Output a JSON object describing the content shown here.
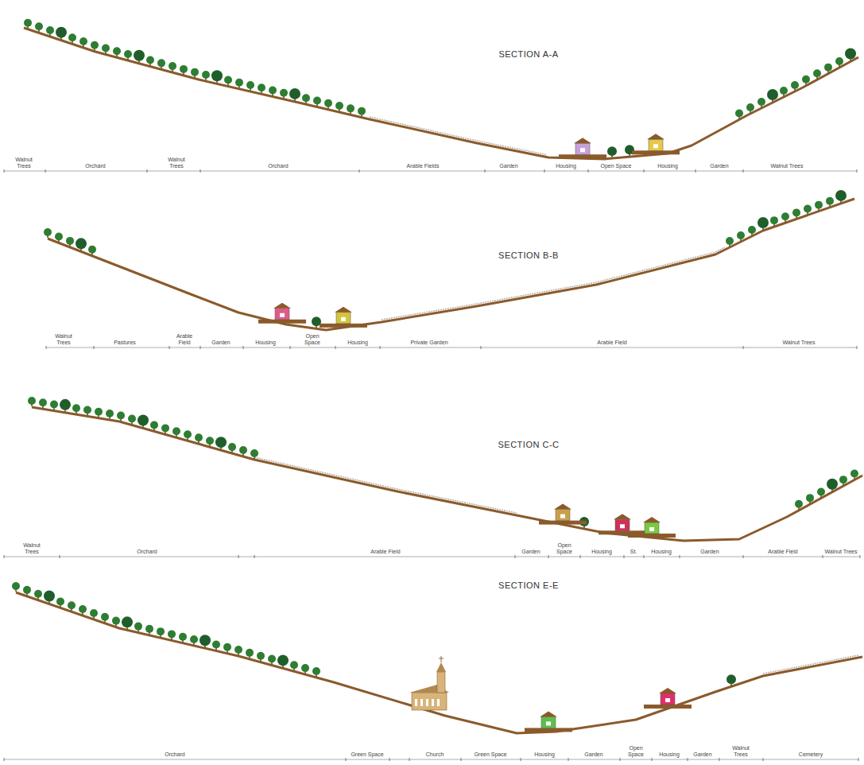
{
  "diagram": {
    "labels": [
      "SECTION A-A",
      "Walnut Trees",
      "Orchard",
      "Walnut Trees",
      "Orchard",
      "Arable Fields",
      "Garden",
      "Housing",
      "Open Space",
      "Housing",
      "Garden",
      "Walnut Trees",
      "SECTION B-B",
      "Walnut Trees",
      "Pastures",
      "Arable Field",
      "Garden",
      "Housing",
      "Open Space",
      "Housing",
      "Private Garden",
      "Arable Field",
      "Walnut Trees",
      "SECTION C-C",
      "Walnut Trees",
      "Orchard",
      "Arable Field",
      "Garden",
      "Open Space",
      "Housing",
      "St.",
      "Housing",
      "Garden",
      "Arable Field",
      "Walnut Trees",
      "SECTION E-E",
      "Orchard",
      "Green Space",
      "Church",
      "Green Space",
      "Housing",
      "Garden",
      "Open Space",
      "Housing",
      "Garden",
      "Walnut Trees",
      "Cemetery"
    ]
  }
}
